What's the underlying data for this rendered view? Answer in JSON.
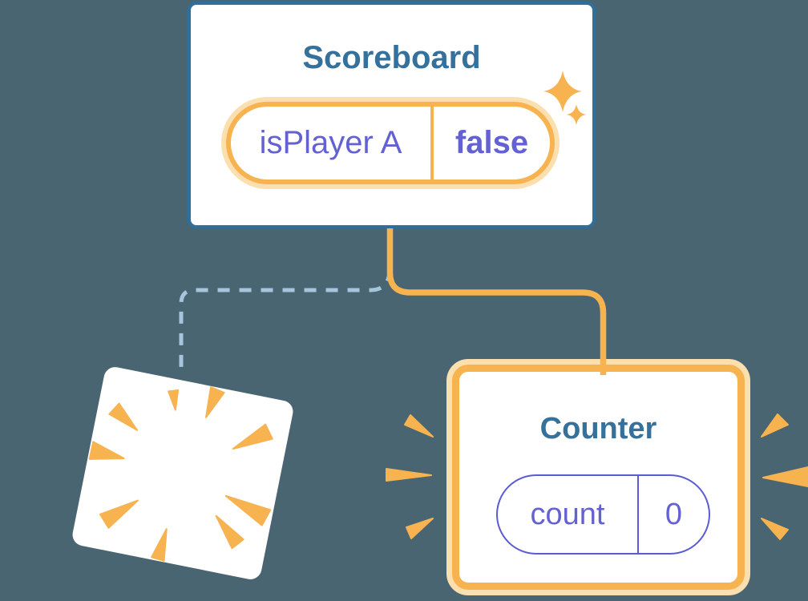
{
  "diagram_description": "React component tree: Scoreboard keeps its state while a Counter child is removed (poof) and a new Counter is created with fresh state",
  "theme": {
    "bg": "#4A6572",
    "card": "#FFFFFF",
    "blue": "#2E6F9E",
    "teal": "#35719B",
    "orange": "#F6B350",
    "peach": "#FBDFAE",
    "purple": "#6462D3",
    "pill-purple": "#5B5BD6",
    "dash": "#A6C4DC"
  },
  "scoreboard": {
    "title": "Scoreboard",
    "state": {
      "label": "isPlayer A",
      "value": "false"
    }
  },
  "counter": {
    "title": "Counter",
    "state": {
      "label": "count",
      "value": "0"
    }
  },
  "connectors": {
    "active_branch": "solid orange line from Scoreboard to new Counter",
    "removed_branch": "dashed light-blue line from Scoreboard to destroyed card"
  },
  "icons": {
    "sparkle_stars": "sparkle-stars-icon",
    "poof_burst": "poof-burst-icon",
    "emphasis_rays_left": "emphasis-rays-icon",
    "emphasis_rays_right": "emphasis-rays-icon"
  }
}
